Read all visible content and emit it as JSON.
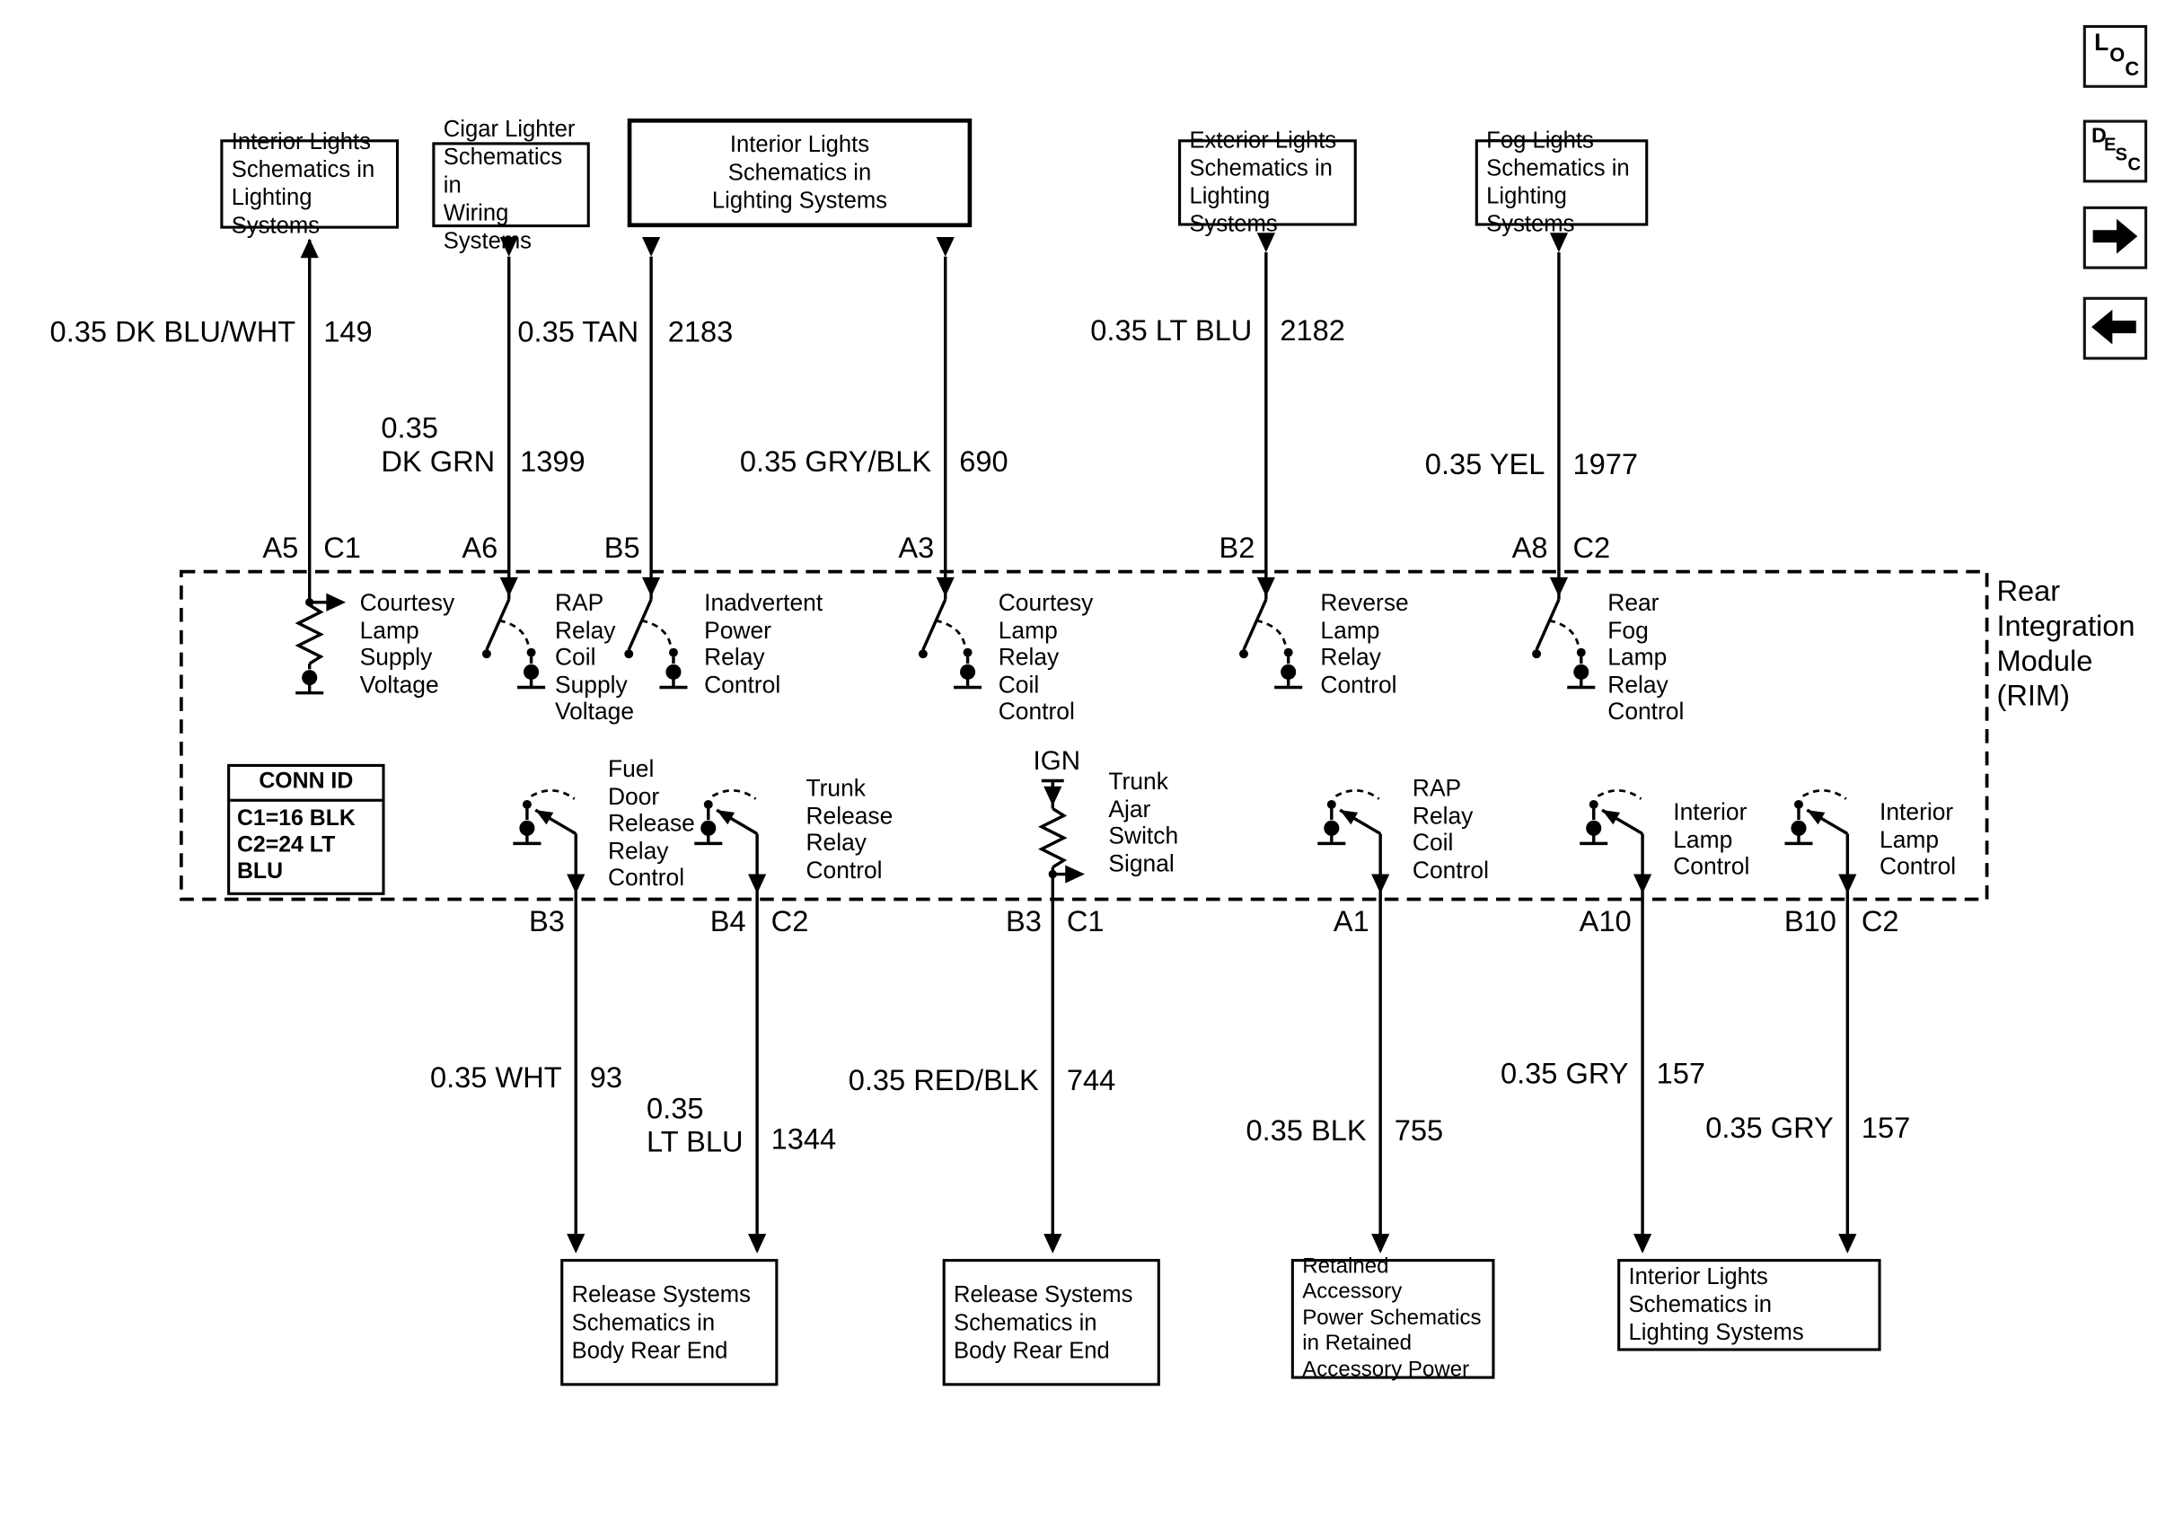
{
  "nav": {
    "loc": {
      "letters": [
        "L",
        "O",
        "C"
      ]
    },
    "desc": {
      "letters": [
        "D",
        "E",
        "S",
        "C"
      ]
    }
  },
  "module": {
    "label": "Rear\nIntegration\nModule\n(RIM)"
  },
  "conn_id": {
    "title": "CONN ID",
    "row1": "C1=16 BLK",
    "row2": "C2=24 LT BLU"
  },
  "ign": "IGN",
  "top_refs": [
    {
      "label": "Interior Lights\nSchematics in\nLighting Systems"
    },
    {
      "label": "Cigar Lighter\nSchematics in\nWiring Systems"
    },
    {
      "label": "Interior Lights\nSchematics in\nLighting Systems"
    },
    {
      "label": "Exterior Lights\nSchematics in\nLighting Systems"
    },
    {
      "label": "Fog Lights\nSchematics in\nLighting Systems"
    }
  ],
  "bottom_refs": [
    {
      "label": "Release Systems\nSchematics in\nBody Rear End"
    },
    {
      "label": "Release Systems\nSchematics in\nBody Rear End"
    },
    {
      "label": "Retained Accessory\nPower Schematics\nin Retained\nAccessory Power"
    },
    {
      "label": "Interior Lights\nSchematics in\nLighting Systems"
    }
  ],
  "top_wires": [
    {
      "spec": "0.35 DK BLU/WHT",
      "circuit": "149"
    },
    {
      "spec": "0.35 TAN",
      "circuit": "2183"
    },
    {
      "spec": "0.35\nDK GRN",
      "circuit": "1399"
    },
    {
      "spec": "0.35 GRY/BLK",
      "circuit": "690"
    },
    {
      "spec": "0.35 LT BLU",
      "circuit": "2182"
    },
    {
      "spec": "0.35 YEL",
      "circuit": "1977"
    }
  ],
  "bottom_wires": [
    {
      "spec": "0.35 WHT",
      "circuit": "93"
    },
    {
      "spec": "0.35\nLT BLU",
      "circuit": "1344"
    },
    {
      "spec": "0.35 RED/BLK",
      "circuit": "744"
    },
    {
      "spec": "0.35 BLK",
      "circuit": "755"
    },
    {
      "spec": "0.35 GRY",
      "circuit": "157"
    },
    {
      "spec": "0.35 GRY",
      "circuit": "157"
    }
  ],
  "top_pins": [
    {
      "pin": "A5",
      "conn": "C1"
    },
    {
      "pin": "A6"
    },
    {
      "pin": "B5"
    },
    {
      "pin": "A3"
    },
    {
      "pin": "B2"
    },
    {
      "pin": "A8",
      "conn": "C2"
    }
  ],
  "bottom_pins": [
    {
      "pin": "B3"
    },
    {
      "pin": "B4",
      "conn": "C2"
    },
    {
      "pin": "B3",
      "conn": "C1"
    },
    {
      "pin": "A1"
    },
    {
      "pin": "A10"
    },
    {
      "pin": "B10",
      "conn": "C2"
    }
  ],
  "top_functions": [
    "Courtesy\nLamp\nSupply\nVoltage",
    "RAP\nRelay\nCoil\nSupply\nVoltage",
    "Inadvertent\nPower\nRelay\nControl",
    "Courtesy\nLamp\nRelay\nCoil\nControl",
    "Reverse\nLamp\nRelay\nControl",
    "Rear\nFog\nLamp\nRelay\nControl"
  ],
  "bottom_functions": [
    "Fuel\nDoor\nRelease\nRelay\nControl",
    "Trunk\nRelease\nRelay\nControl",
    "Trunk\nAjar\nSwitch\nSignal",
    "RAP\nRelay\nCoil\nControl",
    "Interior\nLamp\nControl",
    "Interior\nLamp\nControl"
  ]
}
